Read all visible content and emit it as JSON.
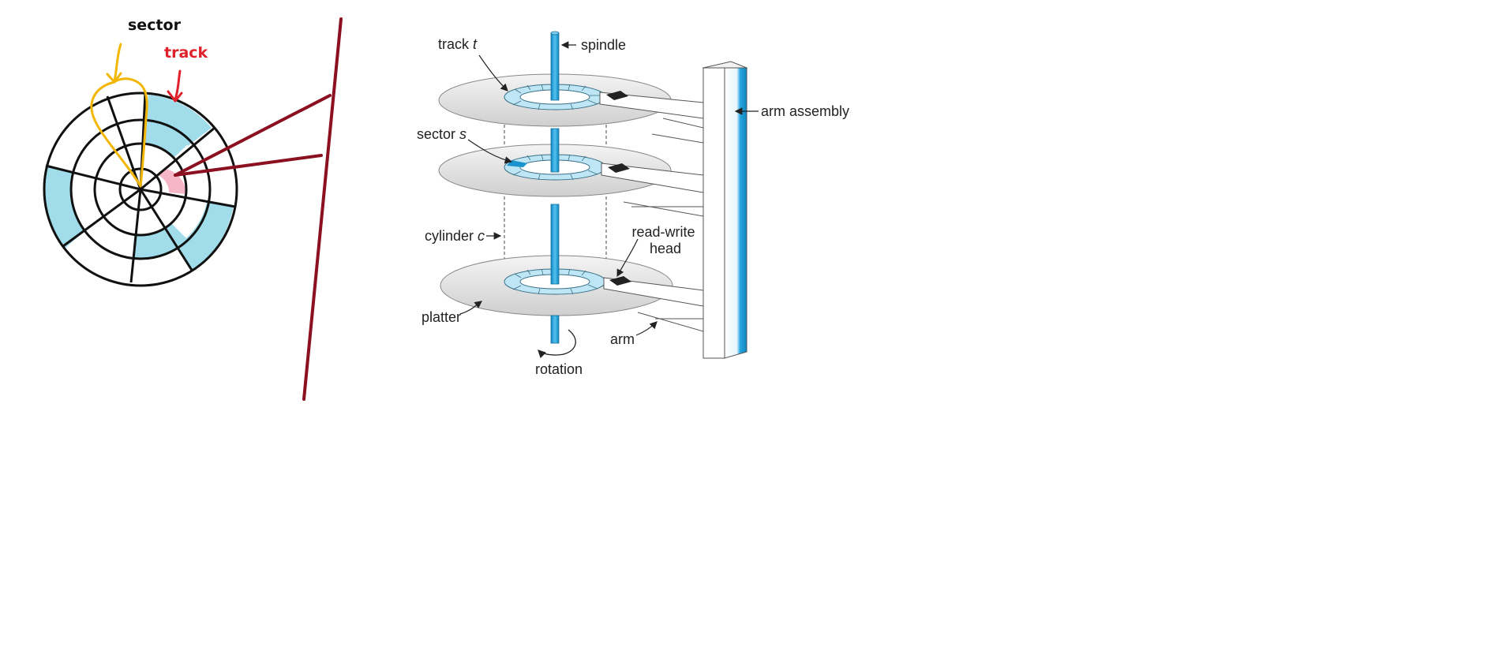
{
  "sketch": {
    "sector_label": "sector",
    "track_label": "track",
    "colors": {
      "sector_outline": "#f2b705",
      "track_arrow": "#e0202a",
      "highlight_cyan": "#a0dcea",
      "highlight_pink": "#f7b6c8",
      "pointer_line": "#8b1020"
    }
  },
  "figure": {
    "labels": {
      "track": "track",
      "track_var": "t",
      "spindle": "spindle",
      "arm_assembly": "arm assembly",
      "sector": "sector",
      "sector_var": "s",
      "cylinder": "cylinder",
      "cylinder_var": "c",
      "read_write_head_line1": "read-write",
      "read_write_head_line2": "head",
      "platter": "platter",
      "arm": "arm",
      "rotation": "rotation"
    },
    "colors": {
      "spindle": "#2aa4d8",
      "platter_fill": "#e3e3e3",
      "track_ring": "#bfe6f4",
      "arm_assembly_blue": "#1ea0dc"
    }
  }
}
